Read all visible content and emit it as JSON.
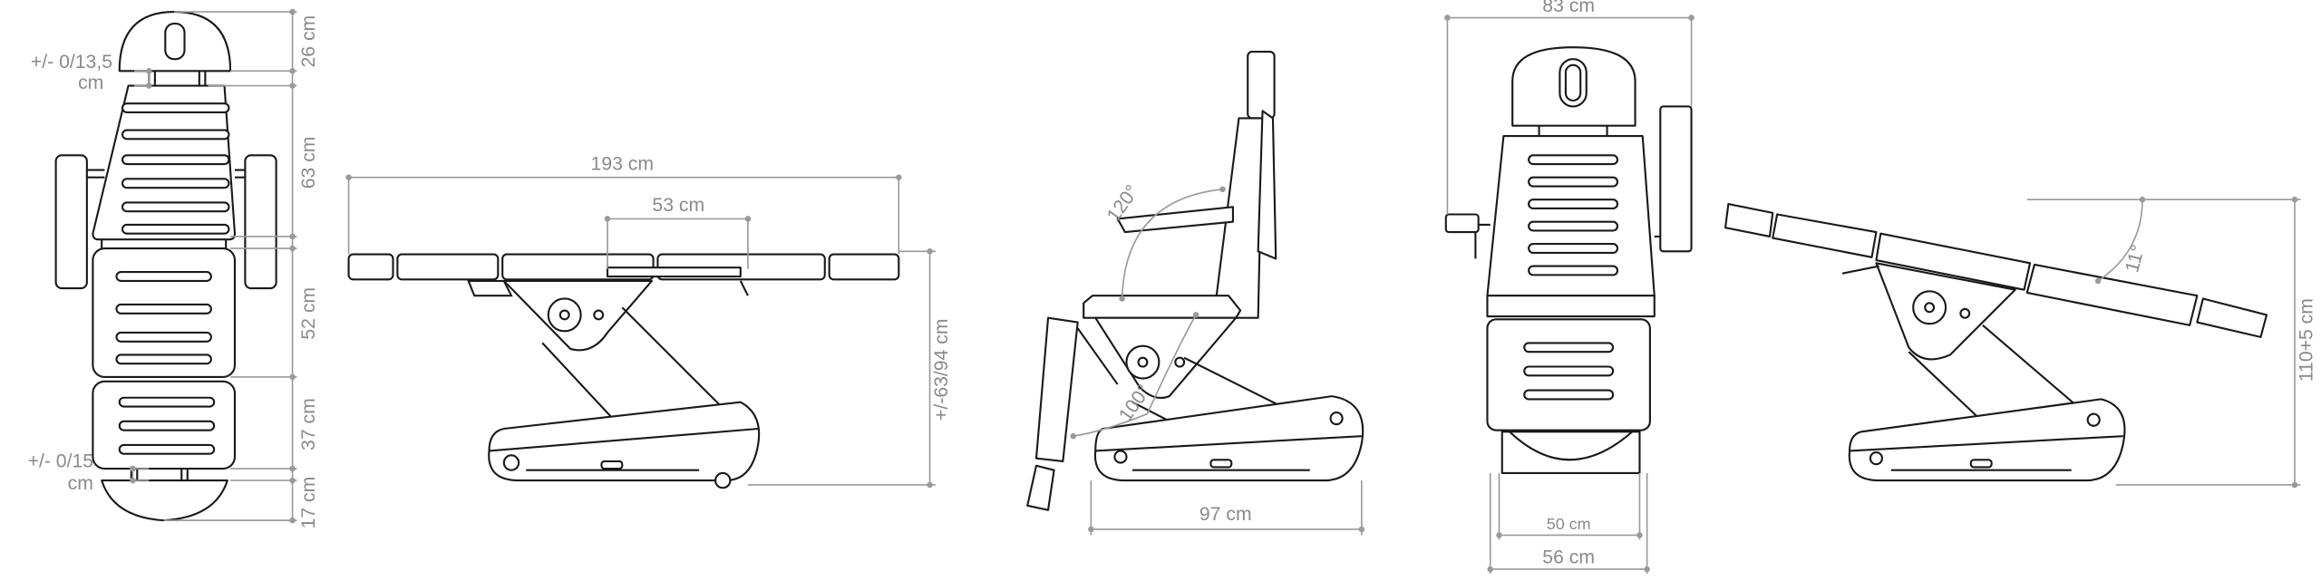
{
  "top_view": {
    "headrest_length": "26 cm",
    "headrest_adjust": "+/- 0/13,5",
    "headrest_adjust_unit": "cm",
    "backrest_length": "63 cm",
    "seat_length": "52 cm",
    "legrest_length": "37 cm",
    "footrest_adjust": "+/- 0/15",
    "footrest_adjust_unit": "cm",
    "footrest_length": "17 cm"
  },
  "flat_side_view": {
    "total_length": "193 cm",
    "seat_travel": "53 cm",
    "height_range": "+/-63/94 cm"
  },
  "chair_side_view": {
    "backrest_angle": "120°",
    "legrest_angle": "100°",
    "base_length": "97 cm"
  },
  "front_view": {
    "total_width": "83 cm",
    "inner_base_width": "50 cm",
    "base_width": "56 cm"
  },
  "tilt_side_view": {
    "tilt_angle": "11°",
    "max_height": "110+5 cm"
  },
  "colors": {
    "line": "#1a1a1a",
    "dimension": "#9a9a9a"
  }
}
